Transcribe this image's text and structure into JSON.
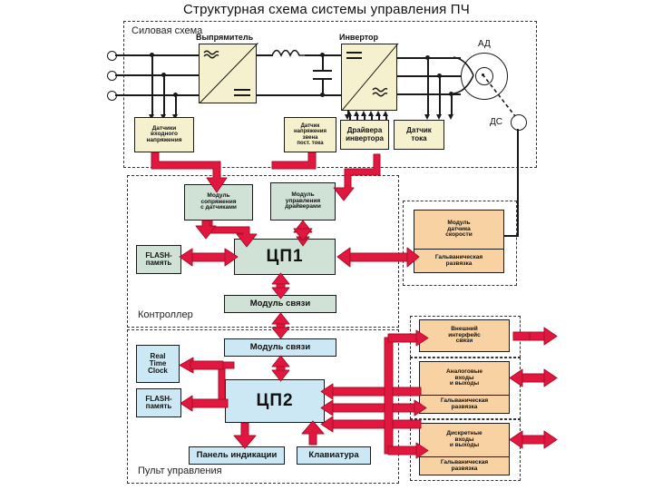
{
  "title": "Структурная схема системы управления ПЧ",
  "regions": {
    "power": {
      "label": "Силовая схема"
    },
    "controller": {
      "label": "Контроллер"
    },
    "panel": {
      "label": "Пульт управления"
    }
  },
  "power_circuit": {
    "rectifier_label": "Выпрямитель",
    "inverter_label": "Инвертор",
    "motor_label": "АД",
    "speed_sensor_label": "ДС",
    "blocks": {
      "input_voltage_sensor": [
        "Датчики",
        "входного",
        "напряжения"
      ],
      "dc_link_voltage_sensor": [
        "Датчик",
        "напряжения",
        "звена",
        "пост. тока"
      ],
      "inverter_drivers": [
        "Драйвера",
        "инвертора"
      ],
      "current_sensor": [
        "Датчик",
        "тока"
      ]
    }
  },
  "controller": {
    "sensor_interface_module": [
      "Модуль",
      "сопряжения",
      "с датчиками"
    ],
    "driver_control_module": [
      "Модуль",
      "управления",
      "драйверами"
    ],
    "flash_memory": [
      "FLASH-",
      "память"
    ],
    "cpu1": "ЦП1",
    "comm_module": "Модуль связи"
  },
  "panel": {
    "comm_module": "Модуль связи",
    "real_time_clock": [
      "Real",
      "Time",
      "Clock"
    ],
    "flash_memory": [
      "FLASH-",
      "память"
    ],
    "cpu2": "ЦП2",
    "display_panel": "Панель индикации",
    "keyboard": "Клавиатура"
  },
  "interfaces": {
    "speed_sensor_module": {
      "top": [
        "Модуль",
        "датчика",
        "скорости"
      ],
      "bottom": [
        "Гальваническая",
        "развязка"
      ]
    },
    "external_comm_interface": {
      "top": [
        "Внешний",
        "интерфейс",
        "связи"
      ]
    },
    "analog_io": {
      "top": [
        "Аналоговые",
        "входы",
        "и выходы"
      ],
      "bottom": [
        "Гальваническая",
        "развязка"
      ]
    },
    "discrete_io": {
      "top": [
        "Дискретные",
        "входы",
        "и выходы"
      ],
      "bottom": [
        "Гальваническая",
        "развязка"
      ]
    }
  },
  "colors": {
    "arrow_red": "#e1173f",
    "arrow_red_dark": "#b00f30",
    "power_block": "#f5f1cf",
    "controller_block": "#cfe2d5",
    "panel_block": "#cce8f5",
    "interface_block": "#f8d2a2"
  }
}
